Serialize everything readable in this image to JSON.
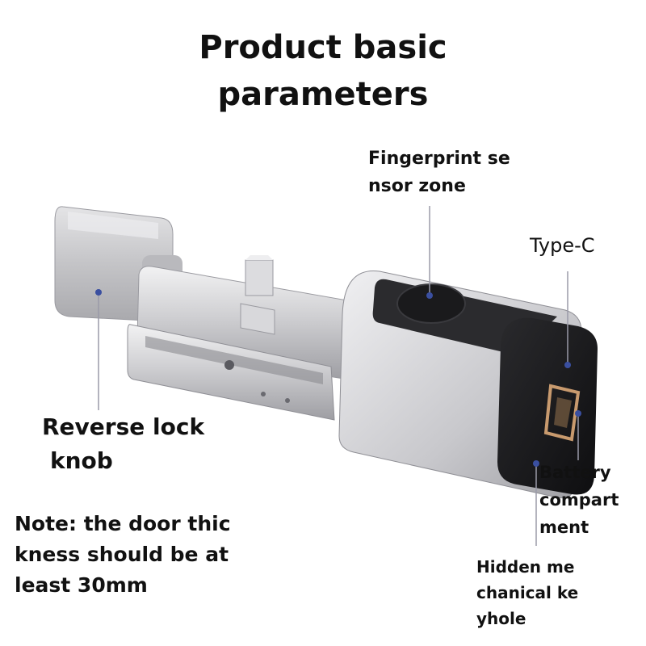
{
  "title": {
    "line1": "Product basic",
    "line2": "parameters"
  },
  "labels": {
    "fingerprint": {
      "line1": "Fingerprint se",
      "line2": "nsor zone"
    },
    "type_c": "Type-C",
    "knob": {
      "line1": "Reverse lock",
      "line2": "knob"
    },
    "battery": {
      "line1": "Battery",
      "line2": "compart",
      "line3": "ment"
    },
    "keyhole": {
      "line1": "Hidden me",
      "line2": "chanical ke",
      "line3": "yhole"
    }
  },
  "note": {
    "line1": "Note: the door thic",
    "line2": "kness should be at",
    "line3": "least 30mm"
  },
  "colors": {
    "callout": "#3a4fa0",
    "metal": "#c9c9cb",
    "dark": "#1c1c1e",
    "keyhole_copper": "#c89a6e"
  }
}
